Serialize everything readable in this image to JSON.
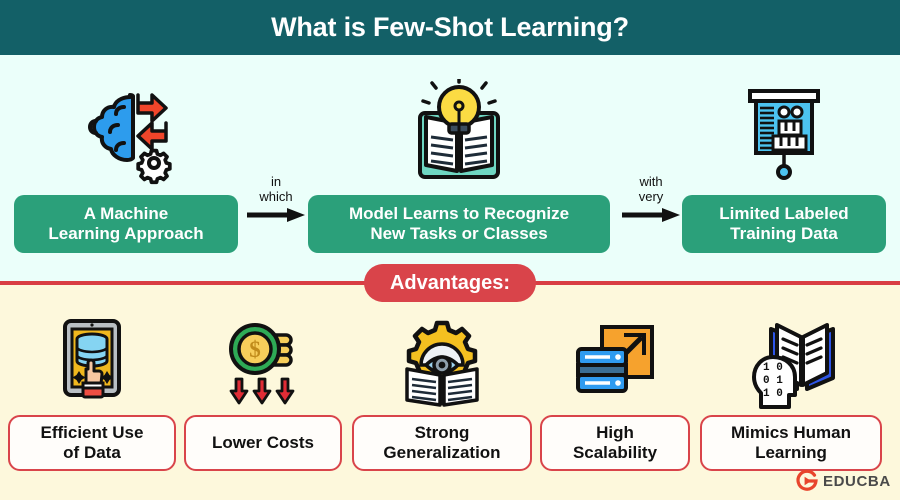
{
  "header": {
    "title": "What is Few-Shot Learning?",
    "band_color": "#136067",
    "title_color": "#ffffff"
  },
  "theme": {
    "upper_bg": "#ebfffa",
    "lower_bg": "#fdf8dc",
    "green_block": "#2ba07a",
    "red_accent": "#d9444a",
    "divider": "#d93e43"
  },
  "flow": {
    "steps": [
      {
        "label": "A Machine\nLearning Approach",
        "icon": "brain-exchange-gear-icon"
      },
      {
        "label": "Model Learns to Recognize\nNew Tasks or Classes",
        "icon": "book-lightbulb-icon"
      },
      {
        "label": "Limited Labeled\nTraining Data",
        "icon": "presentation-chart-icon"
      }
    ],
    "connectors": [
      {
        "label": "in\nwhich",
        "icon": "arrow-right-icon"
      },
      {
        "label": "with\nvery",
        "icon": "arrow-right-icon"
      }
    ]
  },
  "advantages": {
    "banner_label": "Advantages:",
    "items": [
      {
        "label": "Efficient Use\nof Data",
        "icon": "tablet-database-thumbsup-icon"
      },
      {
        "label": "Lower Costs",
        "icon": "coins-down-arrows-icon"
      },
      {
        "label": "Strong\nGeneralization",
        "icon": "gear-eye-book-icon"
      },
      {
        "label": "High\nScalability",
        "icon": "server-growth-arrow-icon"
      },
      {
        "label": "Mimics Human\nLearning",
        "icon": "head-binary-book-icon"
      }
    ]
  },
  "logo": {
    "text": "EDUCBA",
    "icon": "educba-logo-icon",
    "color": "#e8452c"
  }
}
